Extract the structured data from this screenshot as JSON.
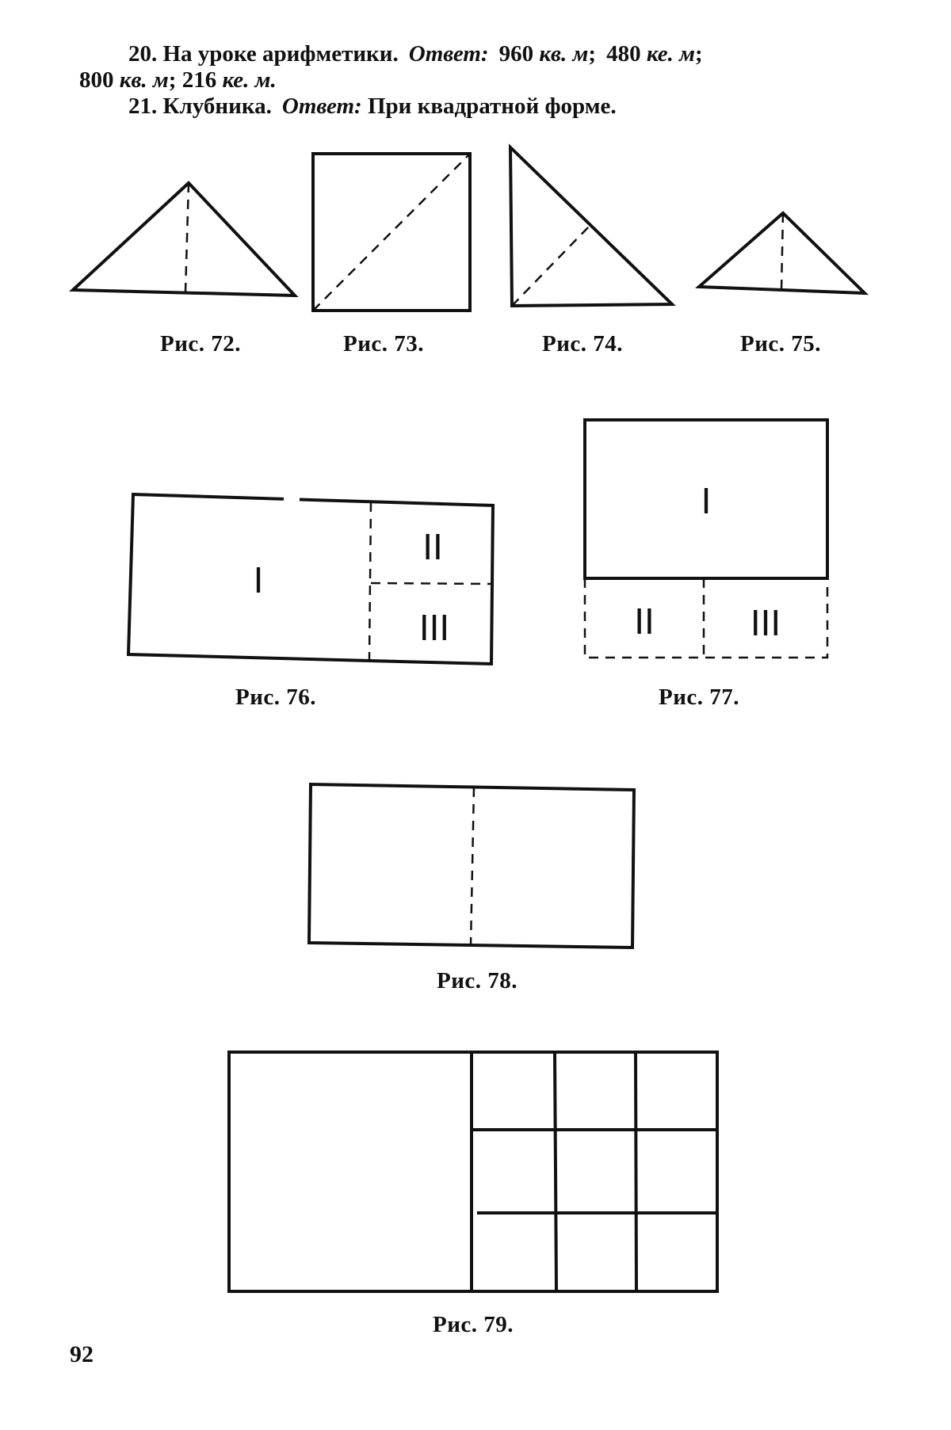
{
  "answers": {
    "line1": {
      "lead": "20. На уроке арифметики.",
      "answer_label": "Ответ:",
      "values": "960",
      "unit1": "кв. м",
      "v2": "480",
      "unit2": "ке. м"
    },
    "line2": {
      "v3": "800",
      "unit3": "кв. м",
      "v4": "216",
      "unit4": "ке. м."
    },
    "line3": {
      "lead": "21. Клубника.",
      "answer_label": "Ответ:",
      "text": "При квадратной форме."
    }
  },
  "figures": {
    "fig72": "Рис. 72.",
    "fig73": "Рис. 73.",
    "fig74": "Рис. 74.",
    "fig75": "Рис. 75.",
    "fig76": "Рис. 76.",
    "fig77": "Рис. 77.",
    "fig78": "Рис. 78.",
    "fig79": "Рис. 79."
  },
  "region_labels": {
    "i": "I",
    "ii": "II",
    "iii": "III"
  },
  "page_number": "92"
}
